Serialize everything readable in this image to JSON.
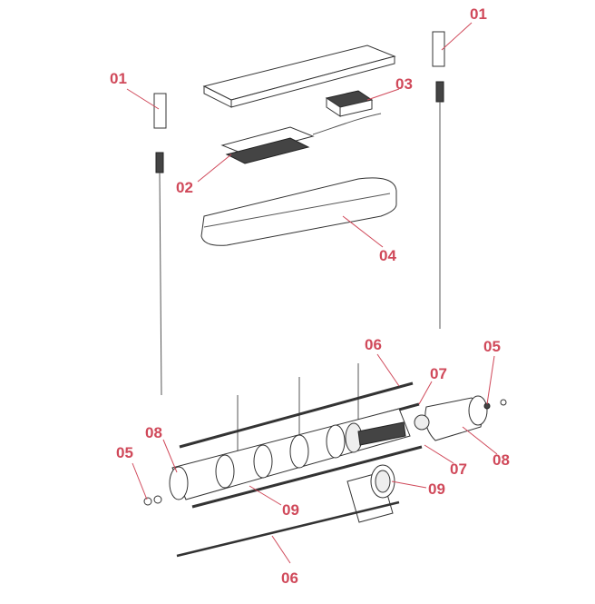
{
  "diagram": {
    "accent_color": "#d0495a",
    "labels": {
      "cap_right": "01",
      "cap_left": "01",
      "driver_box": "03",
      "driver": "02",
      "canopy": "04",
      "strip_top": "06",
      "end_screw_right": "05",
      "clip_top": "07",
      "endcap_left": "08",
      "end_screw_left": "05",
      "clip_bottom": "07",
      "endcap_right": "08",
      "diffuser": "09",
      "ring": "09",
      "strip_bottom": "06"
    }
  }
}
